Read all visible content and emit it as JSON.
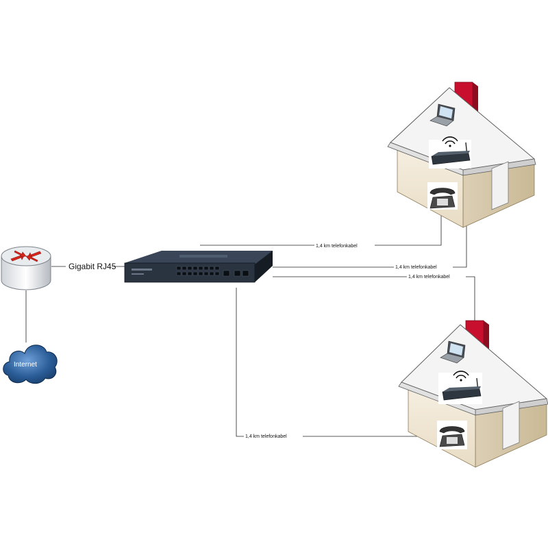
{
  "uplink_label": "Gigabit RJ45",
  "cloud_label": "Internet",
  "cable_label": "1,4 km telefonkabel",
  "links": [
    {
      "label": "1,4 km telefonkabel"
    },
    {
      "label": "1,4 km telefonkabel"
    },
    {
      "label": "1,4 km telefonkabel"
    },
    {
      "label": "1,4 km telefonkabel"
    }
  ],
  "colors": {
    "house_wall": "#f0e6d2",
    "house_roof": "#f4f4f4",
    "chimney": "#c8102e",
    "switch_body": "#2a3340",
    "router_arrows": "#d7261e",
    "cloud": "#1f4e82"
  }
}
